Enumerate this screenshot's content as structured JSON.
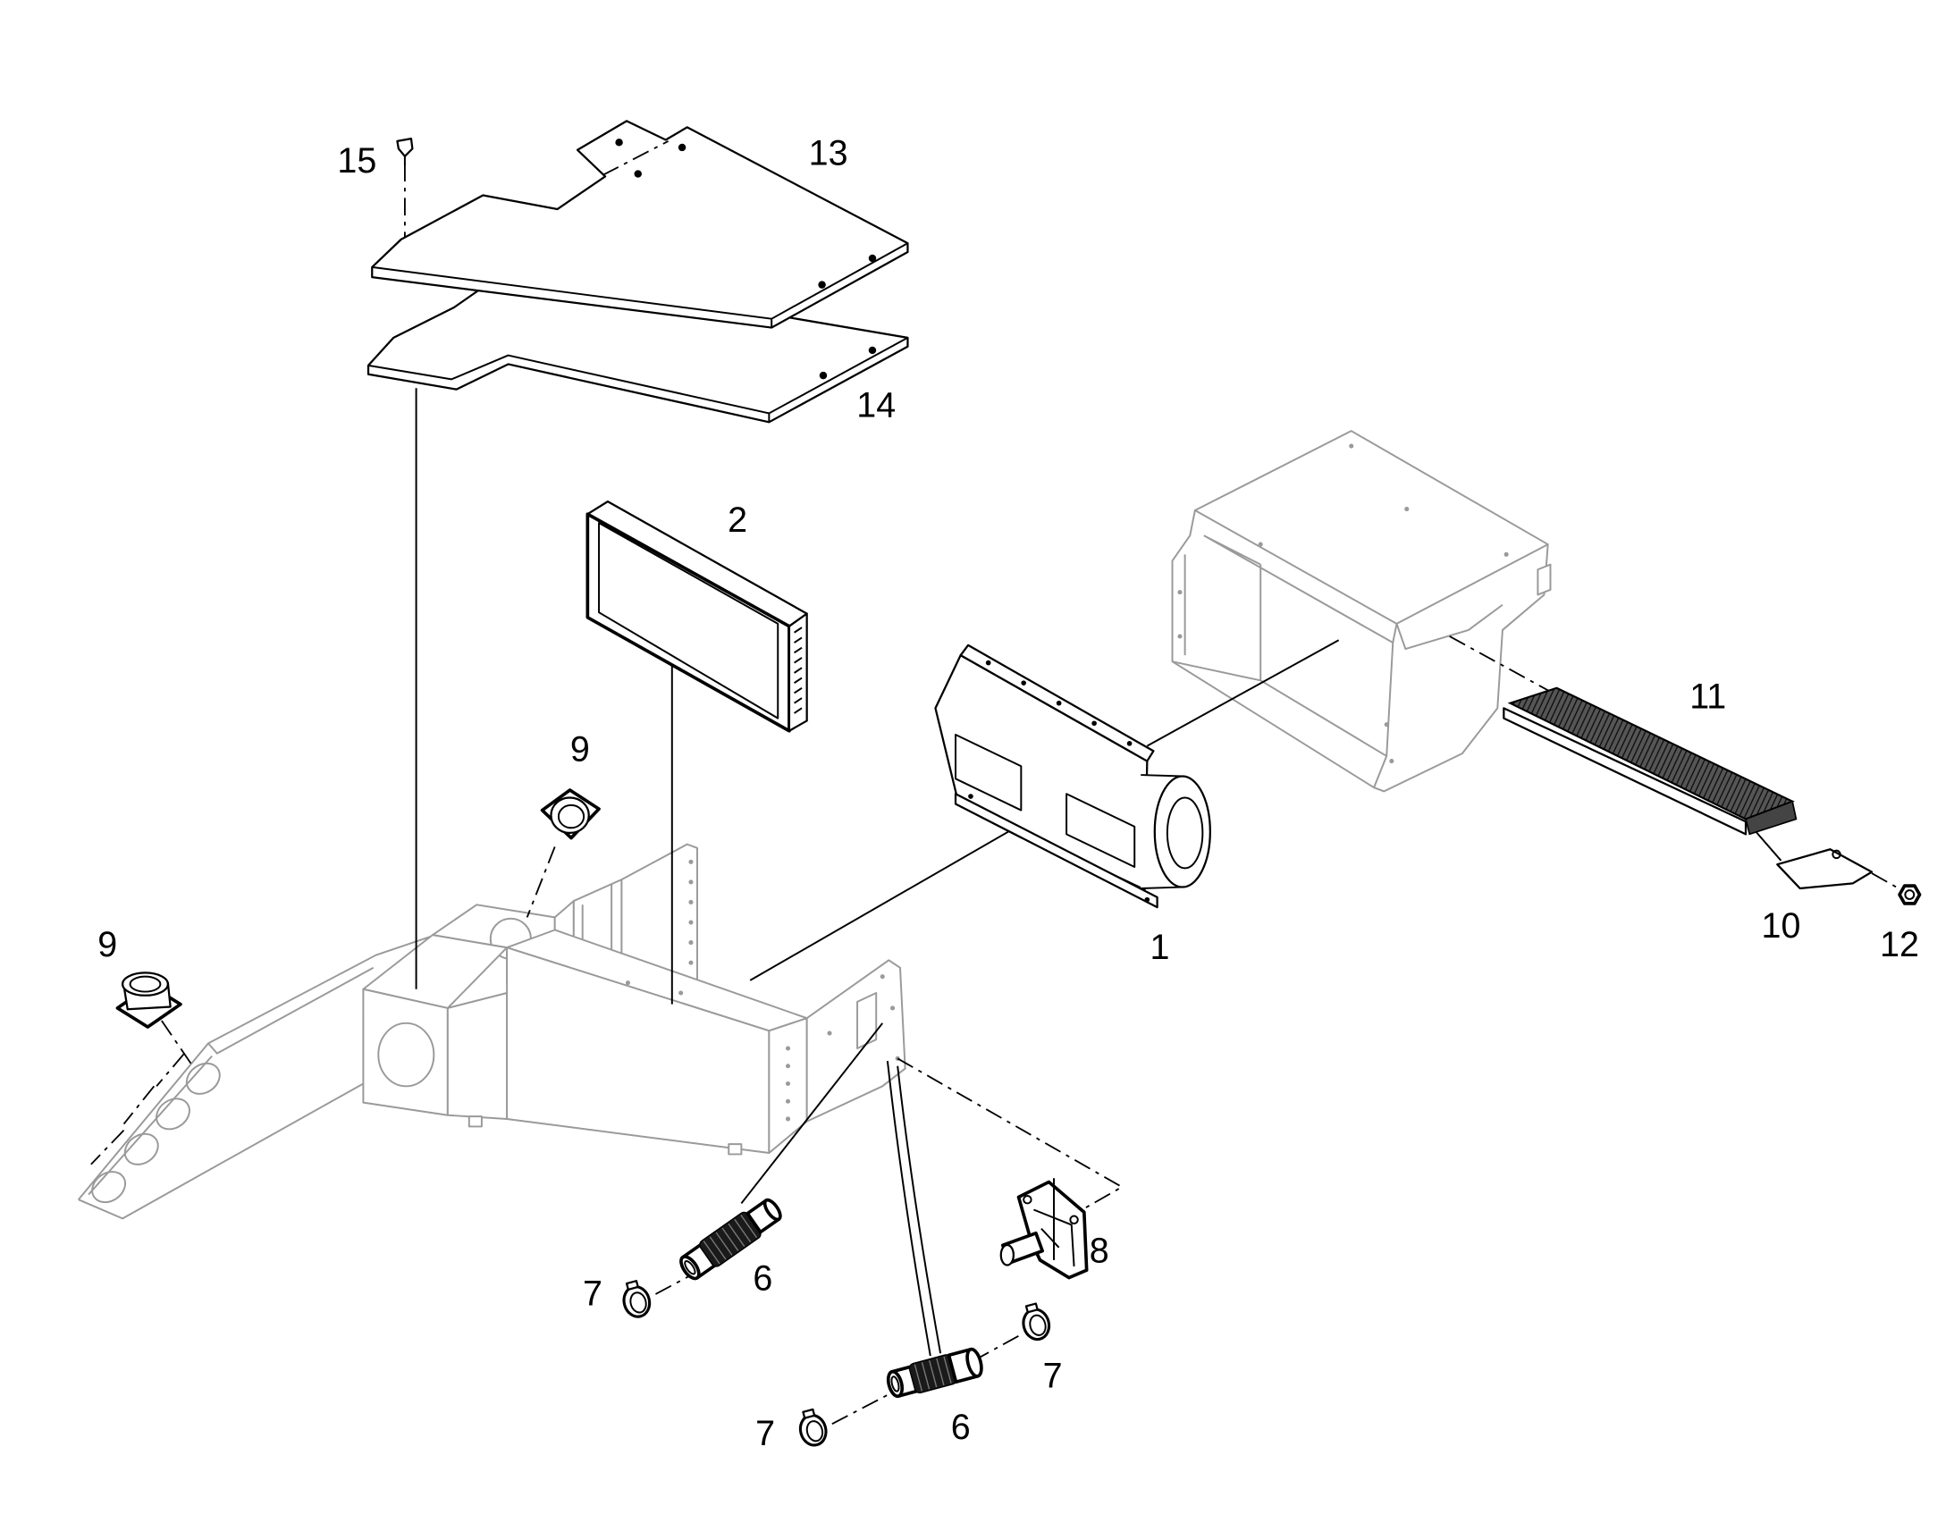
{
  "callouts": [
    "15",
    "13",
    "14",
    "2",
    "9",
    "9",
    "11",
    "1",
    "10",
    "12",
    "8",
    "7",
    "6",
    "7",
    "6",
    "7"
  ],
  "colors": {
    "background": "#ffffff",
    "part_line": "#000000",
    "housing_line": "#9a9a9a"
  }
}
